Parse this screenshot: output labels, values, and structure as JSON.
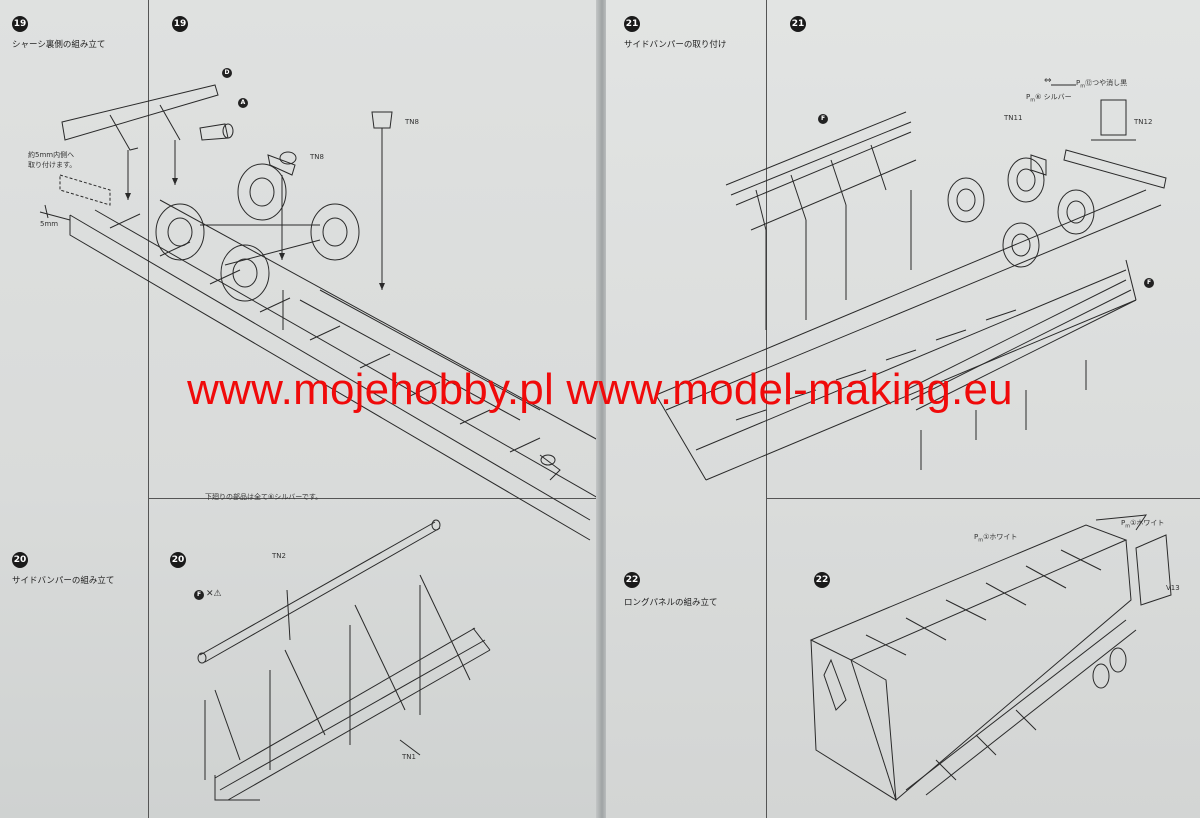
{
  "watermark": "www.mojehobby.pl www.model-making.eu",
  "steps": {
    "s19": {
      "num": "19",
      "title": "シャーシ裏側の組み立て"
    },
    "s20": {
      "num": "20",
      "title": "サイドバンパーの組み立て"
    },
    "s21": {
      "num": "21",
      "title": "サイドバンパーの取り付け"
    },
    "s22": {
      "num": "22",
      "title": "ロングパネルの組み立て"
    }
  },
  "labels": {
    "note_5mm_in": "約5mm内側へ",
    "note_attach": "取り付けます。",
    "dim_5mm": "5mm",
    "tn8_a": "TN8",
    "tn8_b": "TN8",
    "part_a": "A",
    "part_d": "D",
    "silver_note": "下廻りの部品は全て",
    "silver_note2": "シルバーです。",
    "paint_ref_silver": "⑥",
    "tn2": "TN2",
    "tn1": "TN1",
    "f_mark": "F",
    "tn11": "TN11",
    "tn12": "TN12",
    "paint_matte_black": "⑫つや消し黒",
    "paint_silver": "⑥ シルバー",
    "part_f_top": "F",
    "part_f_side": "F",
    "paint_white_1": "①ホワイト",
    "paint_white_2": "①ホワイト",
    "v13": "V13"
  },
  "icons": {
    "step_badge": "filled-circle-number",
    "arrow": "double-arrow-icon",
    "caution": "caution-triangle-icon",
    "cross": "cross-icon"
  },
  "colors": {
    "paper": "#dcdedd",
    "ink": "#2a2a2a",
    "watermark": "#f00a0a"
  }
}
